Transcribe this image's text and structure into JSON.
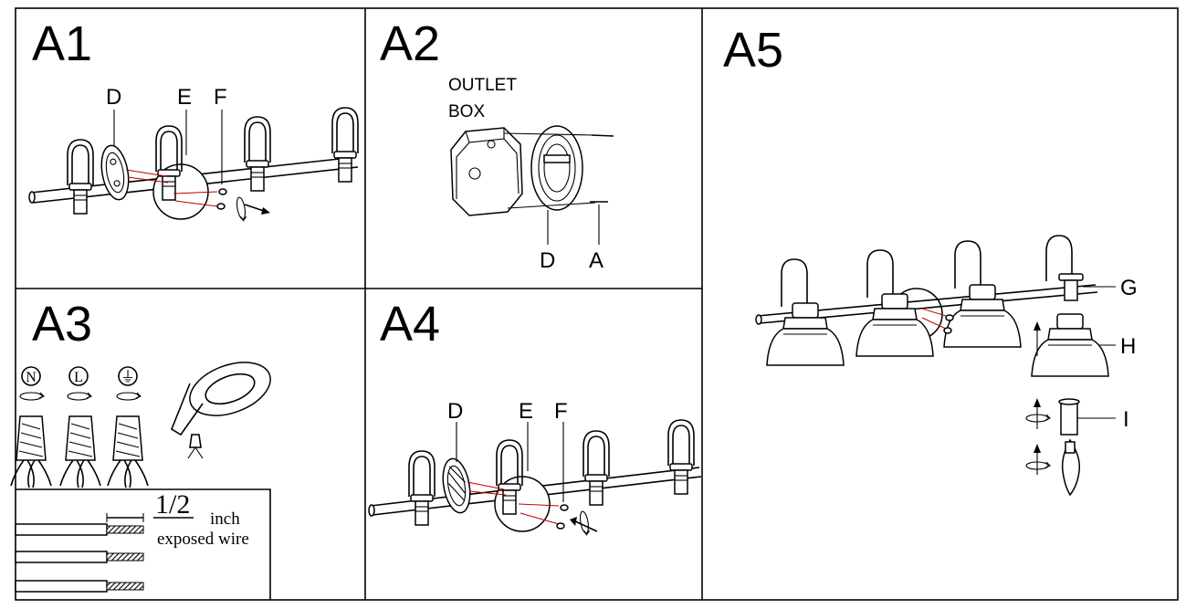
{
  "panels": {
    "a1": {
      "title": "A1",
      "labels": {
        "d": "D",
        "e": "E",
        "f": "F"
      }
    },
    "a2": {
      "title": "A2",
      "outlet_line1": "OUTLET",
      "outlet_line2": "BOX",
      "labels": {
        "d": "D",
        "a": "A"
      }
    },
    "a3": {
      "title": "A3",
      "terminals": {
        "n": "N",
        "l": "L",
        "g": "⏚"
      },
      "strip_length": "1/2",
      "strip_unit": "inch",
      "strip_caption": "exposed wire"
    },
    "a4": {
      "title": "A4",
      "labels": {
        "d": "D",
        "e": "E",
        "f": "F"
      }
    },
    "a5": {
      "title": "A5",
      "labels": {
        "g": "G",
        "h": "H",
        "i": "I"
      }
    }
  }
}
